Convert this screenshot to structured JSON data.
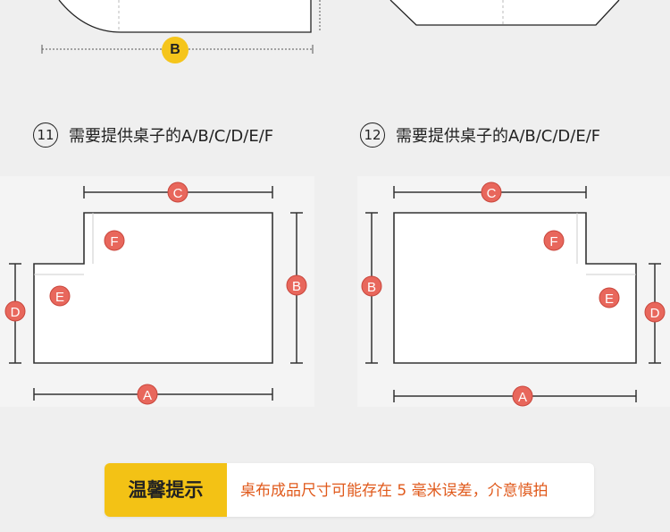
{
  "top": {
    "badge_label": "B"
  },
  "diagrams": [
    {
      "number": "11",
      "caption": "需要提供桌子的A/B/C/D/E/F",
      "labels": {
        "a": "A",
        "b": "B",
        "c": "C",
        "d": "D",
        "e": "E",
        "f": "F"
      }
    },
    {
      "number": "12",
      "caption": "需要提供桌子的A/B/C/D/E/F",
      "labels": {
        "a": "A",
        "b": "B",
        "c": "C",
        "d": "D",
        "e": "E",
        "f": "F"
      }
    }
  ],
  "tip": {
    "title": "温馨提示",
    "text": "桌布成品尺寸可能存在 5 毫米误差，介意慎拍"
  },
  "colors": {
    "accent": "#f3c215",
    "marker": "#e8675c",
    "tip_text": "#e05a1c"
  }
}
